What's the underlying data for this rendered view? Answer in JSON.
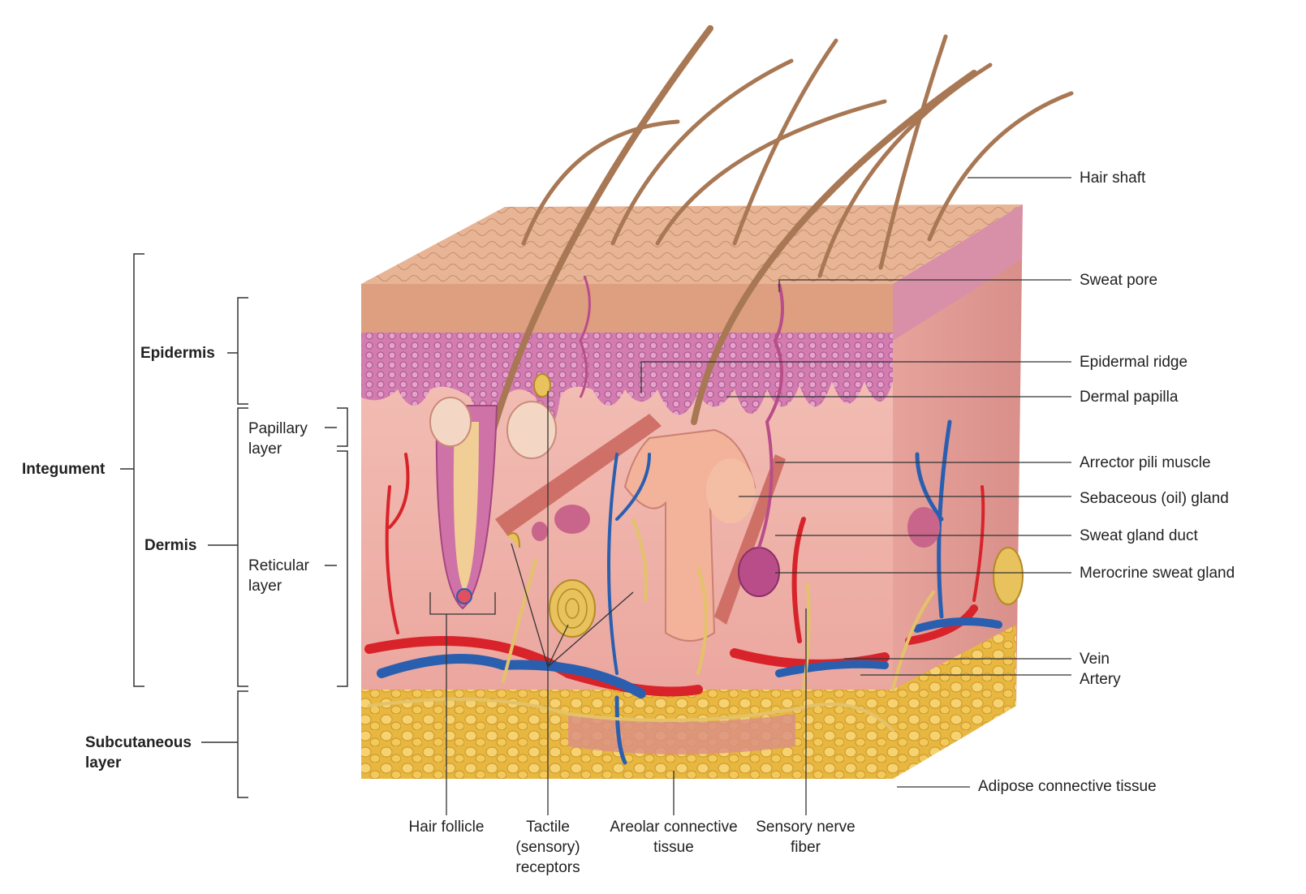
{
  "colors": {
    "epidermis_surface": "#e2a98a",
    "epidermis_cells": "#c96ba4",
    "dermis": "#f0b3ad",
    "dermis_dark": "#de918f",
    "artery": "#d8232a",
    "vein": "#2a5fb0",
    "nerve": "#e4c26a",
    "adipose": "#f3c651",
    "hair": "#a87754",
    "leader_line": "#333333"
  },
  "labels": {
    "integument": "Integument",
    "epidermis": "Epidermis",
    "dermis": "Dermis",
    "subcutaneous": "Subcutaneous layer",
    "papillary": "Papillary layer",
    "reticular": "Reticular layer",
    "hair_shaft": "Hair shaft",
    "sweat_pore": "Sweat pore",
    "epidermal_ridge": "Epidermal ridge",
    "dermal_papilla": "Dermal papilla",
    "arrector_pili": "Arrector pili muscle",
    "sebaceous": "Sebaceous (oil) gland",
    "sweat_duct": "Sweat gland duct",
    "merocrine": "Merocrine sweat gland",
    "vein": "Vein",
    "artery": "Artery",
    "adipose": "Adipose connective tissue",
    "hair_follicle": "Hair follicle",
    "tactile": "Tactile (sensory) receptors",
    "areolar": "Areolar connective tissue",
    "sensory_nerve": "Sensory nerve fiber"
  }
}
